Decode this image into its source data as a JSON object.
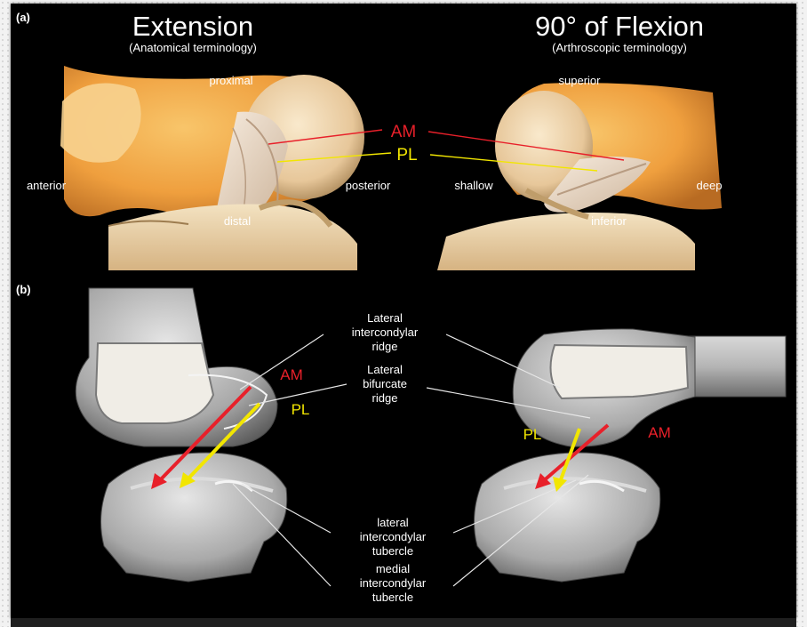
{
  "panel_a": {
    "tag": "(a)",
    "left": {
      "title": "Extension",
      "subtitle": "(Anatomical terminology)",
      "top": "proximal",
      "left": "anterior",
      "right": "posterior",
      "bottom": "distal"
    },
    "right": {
      "title": "90° of Flexion",
      "subtitle": "(Arthroscopic terminology)",
      "top": "superior",
      "left": "shallow",
      "right": "deep",
      "bottom": "inferior"
    },
    "am": "AM",
    "pl": "PL"
  },
  "panel_b": {
    "tag": "(b)",
    "am_left": "AM",
    "pl_left": "PL",
    "am_right": "AM",
    "pl_right": "PL",
    "lateral_intercondylar_ridge": [
      "Lateral",
      "intercondylar",
      "ridge"
    ],
    "lateral_bifurcate_ridge": [
      "Lateral",
      "bifurcate",
      "ridge"
    ],
    "lateral_intercondylar_tubercle": [
      "lateral",
      "intercondylar",
      "tubercle"
    ],
    "medial_intercondylar_tubercle": [
      "medial",
      "intercondylar",
      "tubercle"
    ]
  },
  "colors": {
    "am": "#e8202a",
    "pl": "#f2e600",
    "bone": "#cfcfcf",
    "photo_bone": "#f1b35c",
    "background": "#000000"
  }
}
